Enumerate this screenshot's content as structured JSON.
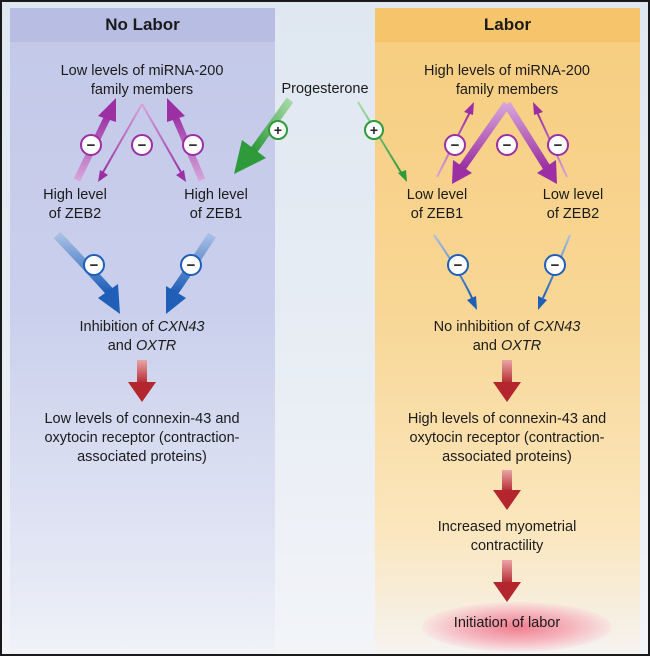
{
  "left": {
    "title": "No Labor",
    "mirna_line1": "Low levels of miRNA-200",
    "mirna_line2": "family members",
    "zeb2_line1": "High level",
    "zeb2_line2": "of ZEB2",
    "zeb1_line1": "High level",
    "zeb1_line2": "of ZEB1",
    "inhibition_prefix": "Inhibition of ",
    "gene1": "CXN43",
    "gene_conj": "and ",
    "gene2": "OXTR",
    "result_line1": "Low levels of connexin-43 and",
    "result_line2": "oxytocin receptor (contraction-",
    "result_line3": "associated proteins)"
  },
  "right": {
    "title": "Labor",
    "mirna_line1": "High levels of miRNA-200",
    "mirna_line2": "family members",
    "zeb1_line1": "Low level",
    "zeb1_line2": "of ZEB1",
    "zeb2_line1": "Low level",
    "zeb2_line2": "of ZEB2",
    "inhibition_prefix": "No inhibition of ",
    "gene1": "CXN43",
    "gene_conj": "and ",
    "gene2": "OXTR",
    "result_line1": "High levels of connexin-43 and",
    "result_line2": "oxytocin receptor (contraction-",
    "result_line3": "associated proteins)",
    "contractility_line1": "Increased myometrial",
    "contractility_line2": "contractility",
    "final": "Initiation of labor"
  },
  "center": {
    "hormone": "Progesterone"
  },
  "symbols": {
    "inhibit": "−",
    "promote": "+"
  },
  "colors": {
    "purple": "#9b2fa3",
    "blue": "#1f5fb8",
    "green": "#2e9a3a",
    "red": "#b3262e",
    "left_panel": "#c6cbea",
    "right_panel": "#f7cf85"
  }
}
